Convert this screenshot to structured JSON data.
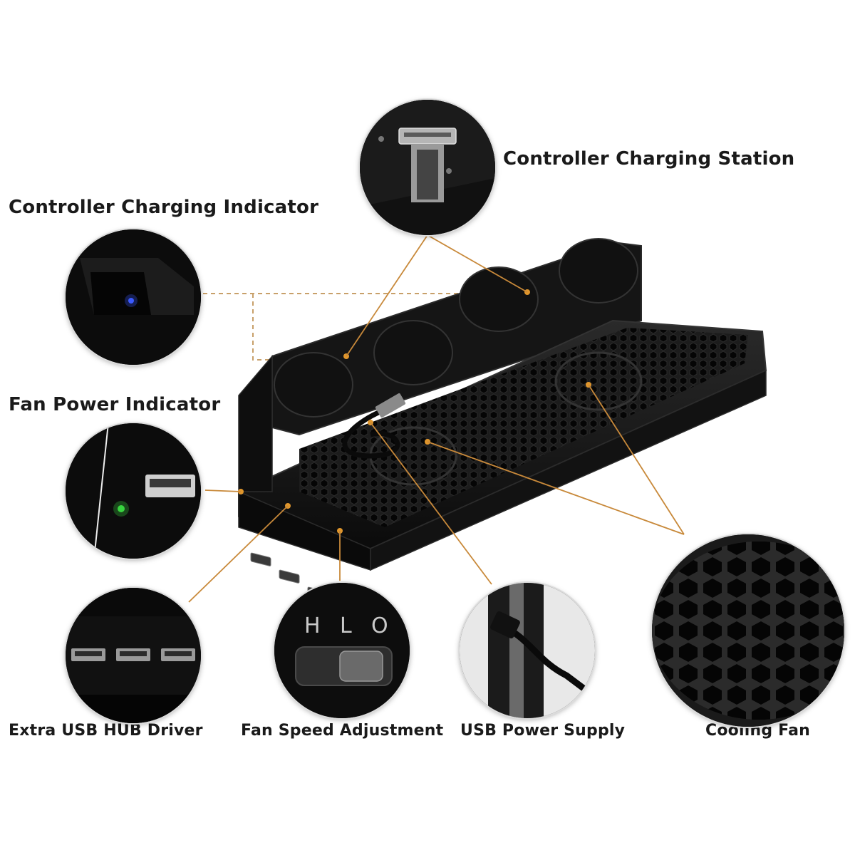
{
  "labels": {
    "controller_charging_station": "Controller Charging Station",
    "controller_charging_indicator": "Controller Charging Indicator",
    "fan_power_indicator": "Fan Power Indicator",
    "extra_usb_hub_driver": "Extra USB HUB Driver",
    "fan_speed_adjustment": "Fan Speed Adjustment",
    "usb_power_supply": "USB Power Supply",
    "cooling_fan": "Cooling Fan"
  },
  "switch_letters": {
    "h": "H",
    "l": "L",
    "o": "O"
  },
  "colors": {
    "leader_line": "#c8893a",
    "dashed_line": "#c8a06a",
    "charging_led": "#3b5bff",
    "fan_led": "#39d43f",
    "device_body": "#121212"
  },
  "icons": [
    "micro-usb-connector-icon",
    "usb-port-icon",
    "slide-switch-icon",
    "honeycomb-grille-icon"
  ]
}
